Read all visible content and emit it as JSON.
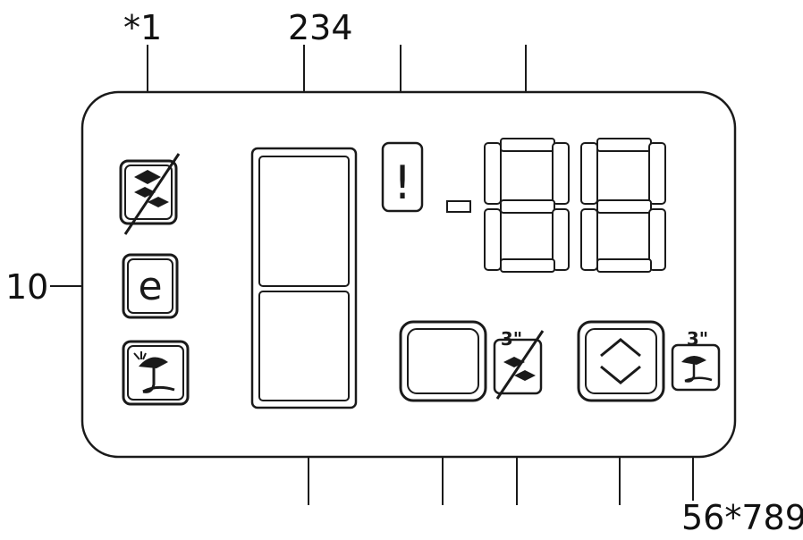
{
  "callouts": {
    "top_left": "*1",
    "top_middle": "234",
    "left": "10",
    "bottom_right": "56*789"
  },
  "panel": {
    "icons": {
      "ice_off": "ice-off-icon",
      "eco": "eco-mode-icon",
      "vacation": "vacation-mode-icon",
      "alarm": "alarm-exclamation-icon",
      "up_down": "up-down-arrows-icon"
    },
    "eco_glyph": "e",
    "alarm_glyph": "!",
    "hold_label_1": "3\"",
    "hold_label_2": "3\"",
    "display_digits": "-88"
  },
  "colors": {
    "line": "#1a1a1a",
    "fill_dark": "#2a2a2a",
    "segment_fill": "#ffffff"
  }
}
